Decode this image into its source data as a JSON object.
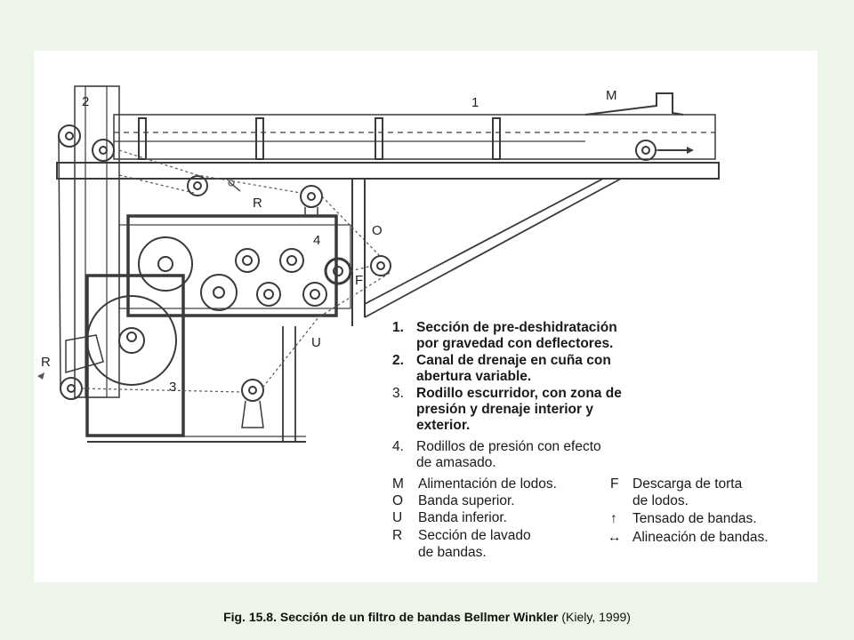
{
  "diagram": {
    "labels": {
      "n1": "1",
      "n2": "2",
      "n3": "3",
      "n4": "4",
      "M": "M",
      "R_top": "R",
      "R_left": "R",
      "O": "O",
      "F": "F",
      "U": "U"
    },
    "legend_numbered": [
      {
        "num": "1.",
        "line1": "Sección de pre-deshidratación",
        "line2": "por gravedad con deflectores."
      },
      {
        "num": "2.",
        "line1": "Canal de drenaje en cuña con",
        "line2": "abertura variable."
      },
      {
        "num": "3.",
        "line1": "Rodillo escurridor, con zona de",
        "line2": "presión y drenaje interior y",
        "line3": "exterior."
      },
      {
        "num": "4.",
        "line1": "Rodillos de presión con efecto",
        "line2": "de amasado."
      }
    ],
    "legend_letters_left": [
      {
        "key": "M",
        "text": "Alimentación de lodos."
      },
      {
        "key": "O",
        "text": "Banda superior."
      },
      {
        "key": "U",
        "text": "Banda inferior."
      },
      {
        "key": "R",
        "text": "Sección de lavado",
        "text2": "de bandas."
      }
    ],
    "legend_letters_right": [
      {
        "key": "F",
        "text": "Descarga de torta",
        "text2": "de lodos."
      },
      {
        "key": "↑",
        "text": "Tensado de bandas."
      },
      {
        "key": "↔",
        "text": "Alineación de bandas."
      }
    ]
  },
  "caption": {
    "bold": "Fig. 15.8. Sección de un filtro de bandas Bellmer Winkler",
    "normal": " (Kiely, 1999)"
  }
}
